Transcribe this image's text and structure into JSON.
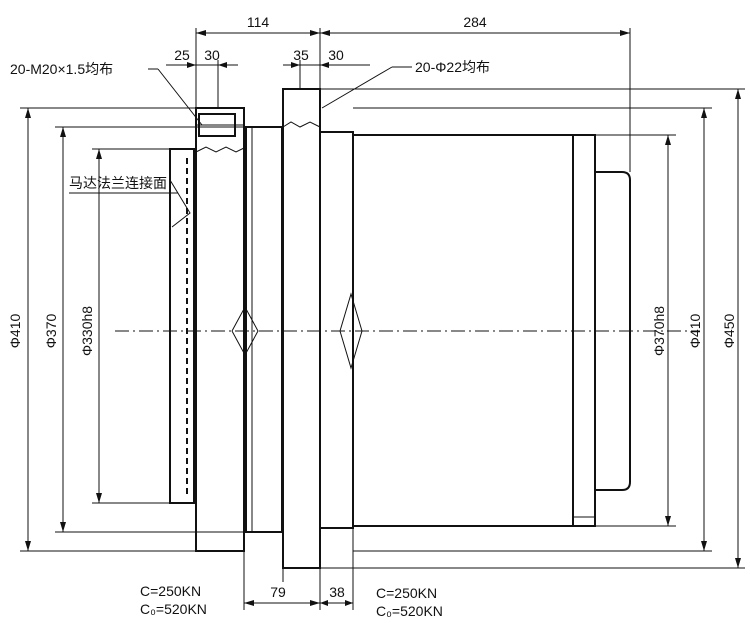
{
  "dimensions": {
    "top_left_width": "114",
    "top_right_width": "284",
    "left_bolt_offset_a": "25",
    "left_bolt_offset_b": "30",
    "right_hole_offset_a": "35",
    "right_hole_offset_b": "30",
    "bottom_left_width": "79",
    "bottom_right_width": "38"
  },
  "diameters": {
    "left_outer": "Φ410",
    "left_mid": "Φ370",
    "left_inner": "Φ330h8",
    "right_inner": "Φ370h8",
    "right_mid": "Φ410",
    "right_outer": "Φ450"
  },
  "callouts": {
    "bolt_holes": "20-M20×1.5均布",
    "through_holes": "20-Φ22均布",
    "motor_flange": "马达法兰连接面"
  },
  "loads": {
    "left_dynamic": "C=250KN",
    "left_static": "C₀=520KN",
    "right_dynamic": "C=250KN",
    "right_static": "C₀=520KN"
  }
}
